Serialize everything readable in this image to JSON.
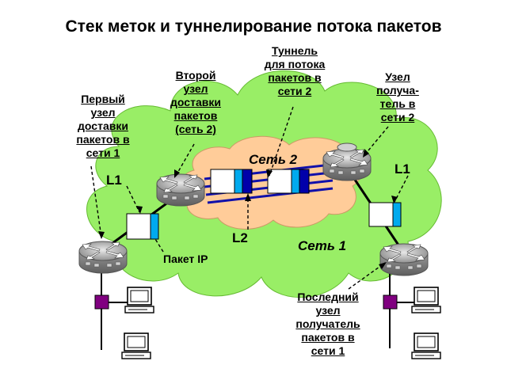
{
  "title": "Стек меток и туннелирование потока пакетов",
  "networks": {
    "outer": "Сеть 1",
    "inner": "Сеть 2"
  },
  "labels": {
    "l1_left": "L1",
    "l1_right": "L1",
    "l2": "L2",
    "ip_packet": "Пакет IP"
  },
  "callouts": {
    "first_node": [
      "Первый",
      "узел",
      "доставки",
      "пакетов в",
      "сети 1"
    ],
    "second_node": [
      "Второй",
      "узел",
      "доставки",
      "пакетов",
      "(сеть 2)"
    ],
    "tunnel": [
      "Туннель",
      "для потока",
      "пакетов в",
      "сети 2"
    ],
    "receiver_node": [
      "Узел",
      "получа-",
      "тель в",
      "сети 2"
    ],
    "last_node": [
      "Последний",
      "узел",
      "получатель",
      "пакетов в",
      "сети 1"
    ]
  },
  "colors": {
    "outer_cloud": "#99ee66",
    "inner_cloud": "#ffcc99",
    "tunnel_lines": "#1010aa",
    "label_stripe": "#00aaee",
    "label_stripe_dark": "#0000aa",
    "hub": "#800080"
  },
  "icons": {
    "router": "router-icon",
    "computer": "computer-icon",
    "hub": "hub-icon"
  }
}
